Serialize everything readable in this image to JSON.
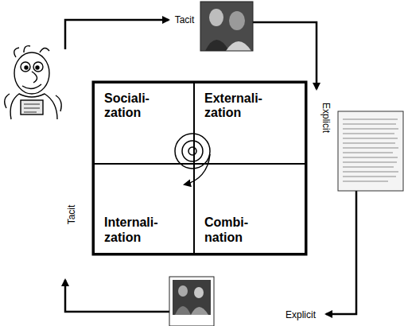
{
  "diagram": {
    "nodes": [
      {
        "text": [
          "Sociali- zation"
        ]
      },
      {
        "text": [
          "Externali- zation"
        ]
      },
      {
        "text": [
          "Internali- zation"
        ]
      },
      {
        "text": [
          "Combi- nation"
        ]
      }
    ],
    "labels": [
      "Tacit",
      "Explicit",
      "Explicit",
      "Tacit"
    ]
  }
}
